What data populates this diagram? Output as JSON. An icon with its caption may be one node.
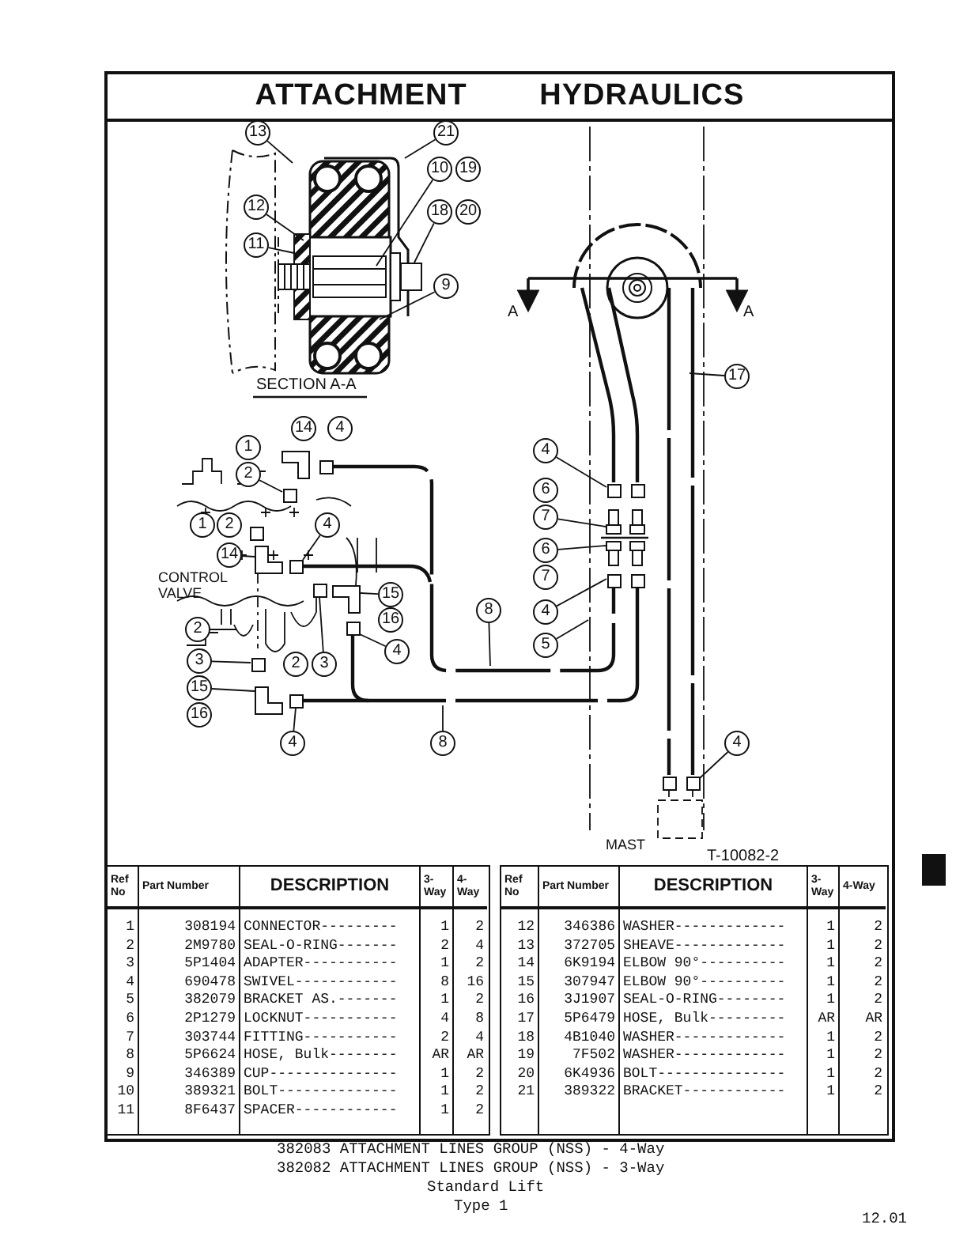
{
  "diagram": {
    "title": "ATTACHMENT HYDRAULICS",
    "nodes": [
      {
        "text": [
          "13"
        ]
      },
      {
        "text": [
          "21"
        ]
      },
      {
        "text": [
          "10"
        ]
      },
      {
        "text": [
          "19"
        ]
      },
      {
        "text": [
          "18"
        ]
      },
      {
        "text": [
          "20"
        ]
      },
      {
        "text": [
          "12"
        ]
      },
      {
        "text": [
          "11"
        ]
      },
      {
        "text": [
          "9"
        ]
      },
      {
        "text": [
          "14"
        ]
      },
      {
        "text": [
          "4"
        ]
      },
      {
        "text": [
          "1"
        ]
      },
      {
        "text": [
          "2"
        ]
      },
      {
        "text": [
          "1"
        ]
      },
      {
        "text": [
          "2"
        ]
      },
      {
        "text": [
          "4"
        ]
      },
      {
        "text": [
          "14"
        ]
      },
      {
        "text": [
          "15"
        ]
      },
      {
        "text": [
          "16"
        ]
      },
      {
        "text": [
          "4"
        ]
      },
      {
        "text": [
          "2"
        ]
      },
      {
        "text": [
          "3"
        ]
      },
      {
        "text": [
          "2"
        ]
      },
      {
        "text": [
          "3"
        ]
      },
      {
        "text": [
          "15"
        ]
      },
      {
        "text": [
          "16"
        ]
      },
      {
        "text": [
          "4"
        ]
      },
      {
        "text": [
          "8"
        ]
      },
      {
        "text": [
          "8"
        ]
      },
      {
        "text": [
          "4"
        ]
      },
      {
        "text": [
          "6"
        ]
      },
      {
        "text": [
          "7"
        ]
      },
      {
        "text": [
          "6"
        ]
      },
      {
        "text": [
          "7"
        ]
      },
      {
        "text": [
          "4"
        ]
      },
      {
        "text": [
          "5"
        ]
      },
      {
        "text": [
          "17"
        ]
      },
      {
        "text": [
          "4"
        ]
      },
      {
        "text": [],
        "shape": "box"
      },
      {
        "text": [],
        "shape": "picture"
      },
      {
        "text": [],
        "shape": "box"
      },
      {
        "text": [],
        "shape": "box"
      },
      {
        "text": [],
        "shape": "picture"
      },
      {
        "text": [],
        "shape": "box"
      },
      {
        "text": [],
        "shape": "box"
      },
      {
        "text": [],
        "shape": "picture"
      },
      {
        "text": [],
        "shape": "box"
      },
      {
        "text": [],
        "shape": "box"
      },
      {
        "text": [],
        "shape": "bar",
        "in": 47
      },
      {
        "text": [],
        "shape": "box",
        "in": 47
      },
      {
        "text": [],
        "shape": "picture",
        "in": 47
      },
      {
        "text": [],
        "shape": "picture",
        "in": 47
      },
      {
        "text": [],
        "shape": "box",
        "in": 47
      },
      {
        "text": [],
        "shape": "box",
        "in": 47
      },
      {
        "text": [],
        "shape": "picture"
      },
      {
        "text": [],
        "shape": "box"
      },
      {
        "text": [],
        "shape": "box"
      },
      {
        "text": [],
        "shape": "box",
        "in": 47
      },
      {
        "text": [],
        "shape": "picture",
        "in": 47
      },
      {
        "text": [],
        "shape": "picture",
        "in": 47
      },
      {
        "text": [],
        "shape": "box",
        "in": 47
      },
      {
        "text": [],
        "shape": "box",
        "in": 47
      },
      {
        "text": [],
        "shape": "box"
      }
    ],
    "edges": [
      {
        "from": 0,
        "to": null,
        "arrow": "none"
      },
      {
        "from": 1,
        "to": null,
        "arrow": "none"
      },
      {
        "from": 2,
        "to": null,
        "arrow": "none"
      },
      {
        "from": 4,
        "to": 62,
        "arrow": "none"
      },
      {
        "from": 6,
        "to": null,
        "arrow": "none"
      },
      {
        "from": 7,
        "to": null,
        "arrow": "none"
      },
      {
        "from": 8,
        "to": null,
        "arrow": "none"
      },
      {
        "from": 12,
        "to": 38,
        "arrow": "none"
      },
      {
        "from": 15,
        "to": 40,
        "arrow": "none"
      },
      {
        "from": 16,
        "to": 39,
        "arrow": "none"
      },
      {
        "from": 17,
        "to": 42,
        "arrow": "none"
      },
      {
        "from": 19,
        "to": 43,
        "arrow": "none"
      },
      {
        "from": 20,
        "to": null,
        "arrow": "none"
      },
      {
        "from": 21,
        "to": 44,
        "arrow": "none"
      },
      {
        "from": 23,
        "to": 41,
        "arrow": "none"
      },
      {
        "from": 24,
        "to": 45,
        "arrow": "none"
      },
      {
        "from": 26,
        "to": 46,
        "arrow": "none"
      },
      {
        "from": 27,
        "to": null,
        "arrow": "none"
      },
      {
        "from": 28,
        "to": null,
        "arrow": "none"
      },
      {
        "from": 29,
        "to": 49,
        "arrow": "none"
      },
      {
        "from": 31,
        "to": 50,
        "arrow": "none"
      },
      {
        "from": 32,
        "to": 51,
        "arrow": "none"
      },
      {
        "from": 34,
        "to": 52,
        "arrow": "none"
      },
      {
        "from": 35,
        "to": 47,
        "arrow": "none"
      },
      {
        "from": 36,
        "to": 48,
        "arrow": "none"
      },
      {
        "from": 37,
        "to": 53,
        "arrow": "none"
      }
    ],
    "labels": [
      "SECTION A-A",
      "CONTROL VALVE",
      "A",
      "A",
      "MAST",
      "T-10082-2",
      "Ref No",
      "Part Number",
      "DESCRIPTION",
      "3-Way",
      "4-Way",
      "1",
      "308194",
      "CONNECTOR---------",
      "1",
      "2",
      "2",
      "2M9780",
      "SEAL-O-RING-------",
      "2",
      "4",
      "3",
      "5P1404",
      "ADAPTER-----------",
      "1",
      "2",
      "4",
      "690478",
      "SWIVEL------------",
      "8",
      "16",
      "5",
      "382079",
      "BRACKET AS.-------",
      "1",
      "2",
      "6",
      "2P1279",
      "LOCKNUT-----------",
      "4",
      "8",
      "7",
      "303744",
      "FITTING-----------",
      "2",
      "4",
      "8",
      "5P6624",
      "HOSE, Bulk--------",
      "AR",
      "AR",
      "9",
      "346389",
      "CUP---------------",
      "1",
      "2",
      "10",
      "389321",
      "BOLT--------------",
      "1",
      "2",
      "11",
      "8F6437",
      "SPACER------------",
      "1",
      "2",
      "Ref No",
      "Part Number",
      "DESCRIPTION",
      "3-Way",
      "4-Way",
      "12",
      "346386",
      "WASHER-------------",
      "1",
      "2",
      "13",
      "372705",
      "SHEAVE-------------",
      "1",
      "2",
      "14",
      "6K9194",
      "ELBOW 90°----------",
      "1",
      "2",
      "15",
      "307947",
      "ELBOW 90°----------",
      "1",
      "2",
      "16",
      "3J1907",
      "SEAL-O-RING--------",
      "1",
      "2",
      "17",
      "5P6479",
      "HOSE, Bulk---------",
      "AR",
      "AR",
      "18",
      "4B1040",
      "WASHER-------------",
      "1",
      "2",
      "19",
      "7F502",
      "WASHER-------------",
      "1",
      "2",
      "20",
      "6K4936",
      "BOLT---------------",
      "1",
      "2",
      "21",
      "389322",
      "BRACKET------------",
      "1",
      "2",
      "382083 ATTACHMENT LINES GROUP (NSS) - 4-Way",
      "382082 ATTACHMENT LINES GROUP (NSS) - 3-Way",
      "Standard Lift",
      "Type 1",
      "12.01"
    ]
  }
}
